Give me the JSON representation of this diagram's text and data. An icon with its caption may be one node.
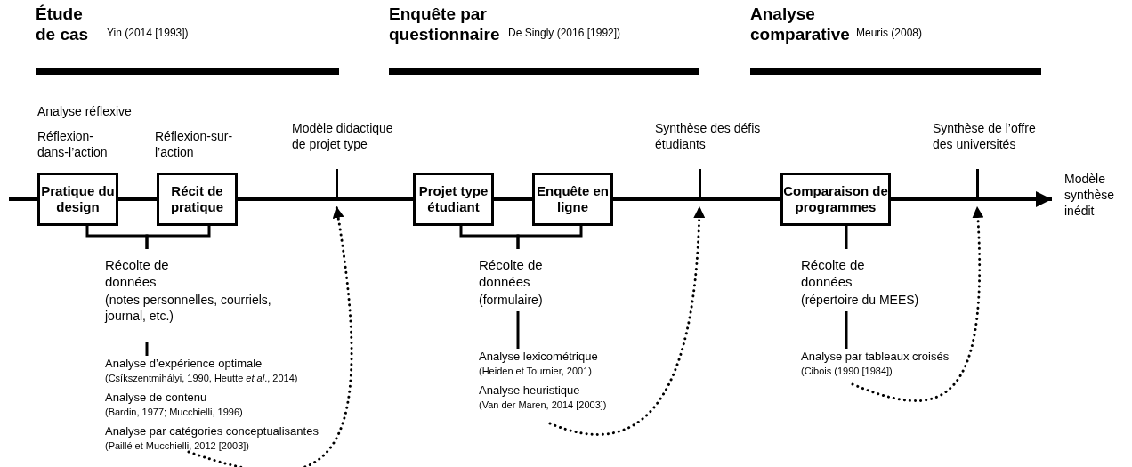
{
  "diagram": {
    "nodes": [
      {
        "text": [
          "Pratique du design"
        ]
      },
      {
        "text": [
          "Récit de pratique"
        ]
      },
      {
        "text": [
          "Récolte de données",
          "(notes personnelles, courriels, journal, etc.)"
        ]
      },
      {
        "text": [
          "Analyse d’expérience optimale",
          "(Csíkszentmihályi, 1990, Heutte *et al*., 2014)",
          "Analyse de contenu",
          "(Bardin, 1977; Mucchielli, 1996)",
          "Analyse par catégories conceptualisantes",
          "(Paillé et Mucchielli, 2012 [2003])"
        ]
      },
      {
        "text": [
          "Modèle didactique de projet type"
        ]
      },
      {
        "text": [
          "Projet type étudiant"
        ]
      },
      {
        "text": [
          "Enquête en ligne"
        ]
      },
      {
        "text": [
          "Récolte de données",
          "(formulaire)"
        ]
      },
      {
        "text": [
          "Analyse lexicométrique",
          "(Heiden et Tournier, 2001)",
          "Analyse heuristique",
          "(Van der Maren, 2014 [2003])"
        ]
      },
      {
        "text": [
          "Synthèse des défis étudiants"
        ]
      },
      {
        "text": [
          "Comparaison de programmes"
        ]
      },
      {
        "text": [
          "Récolte de données",
          "(répertoire du MEES)"
        ]
      },
      {
        "text": [
          "Analyse par tableaux croisés",
          "(Cibois (1990 [1984])"
        ]
      },
      {
        "text": [
          "Synthèse de l’offre des universités"
        ]
      },
      {
        "text": [
          "Modèle synthèse inédit"
        ]
      }
    ],
    "edges": [
      {
        "from": null,
        "to": 14,
        "arrow": "to"
      },
      {
        "from": 0,
        "to": 2,
        "arrow": "none"
      },
      {
        "from": 1,
        "to": 2,
        "arrow": "none"
      },
      {
        "from": 2,
        "to": 3,
        "arrow": "none"
      },
      {
        "from": 3,
        "to": 4,
        "arrow": "to",
        "style": "dashed"
      },
      {
        "from": 5,
        "to": 7,
        "arrow": "none"
      },
      {
        "from": 6,
        "to": 7,
        "arrow": "none"
      },
      {
        "from": 7,
        "to": 8,
        "arrow": "none"
      },
      {
        "from": 8,
        "to": 9,
        "arrow": "to",
        "style": "dashed"
      },
      {
        "from": 10,
        "to": 11,
        "arrow": "none"
      },
      {
        "from": 11,
        "to": 12,
        "arrow": "none"
      },
      {
        "from": 12,
        "to": 13,
        "arrow": "to",
        "style": "dashed"
      }
    ],
    "labels": [
      "Étude de cas",
      "Yin (2014 [1993])",
      "Enquête par questionnaire",
      "De Singly (2016 [1992])",
      "Analyse comparative",
      "Meuris (2008)",
      "Analyse réflexive",
      "Réflexion-dans-l’action",
      "Réflexion-sur-l’action"
    ]
  }
}
